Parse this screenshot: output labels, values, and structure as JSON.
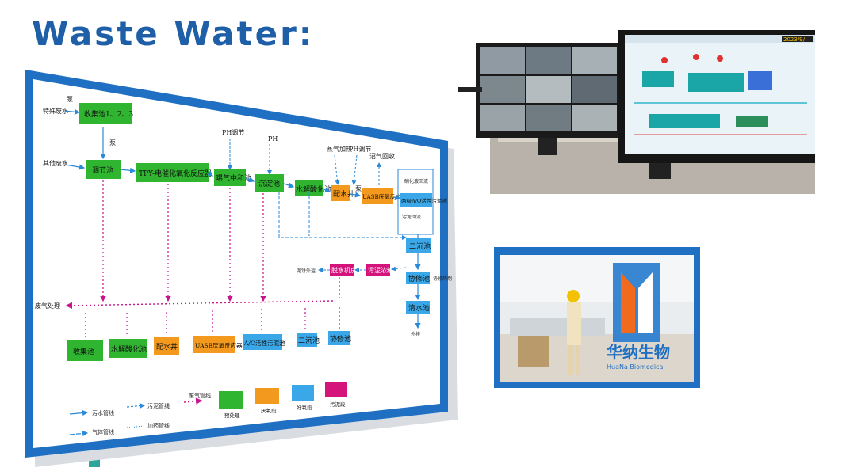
{
  "page": {
    "title": "Waste Water:"
  },
  "diagram": {
    "left_labels": {
      "special": "特殊废水",
      "other": "其他废水",
      "exhaust": "废气处理"
    },
    "pump_labels": {
      "pump1": "泵",
      "pump2": "泵",
      "pump3": "泵"
    },
    "top_labels": {
      "ph_adjust": "PH调节",
      "ph": "PH",
      "steam": "蒸气加热",
      "ph_adjust2": "PH调节",
      "biogas": "沼气回收"
    },
    "main_boxes": {
      "collect": "收集池1、2、3",
      "regulate": "调节池",
      "tpy": "TPY-电催化氧化反应器",
      "aeration": "曝气中和池",
      "settle": "沉淀池",
      "hydrolysis": "水解酸化池",
      "pre_pump": "配水井",
      "uasb": "UASB厌氧反应器",
      "ao": "两级A/O活性污泥池",
      "secondary": "二沉池",
      "sludge_well": "污泥浓缩池",
      "dewater": "脱水机房",
      "disinfect": "协修池",
      "clear": "清水池"
    },
    "side_labels": {
      "ao_top": "硝化液回流",
      "sludge_return": "污泥回流",
      "sludge_out": "泥饼外运",
      "reuse": "协修药剂",
      "out": "外排"
    },
    "bottom_boxes": {
      "b1": "收集池",
      "b2": "水解酸化池",
      "b3": "配水井",
      "b4": "UASB厌氧反应器",
      "b5": "A/O活性污泥池",
      "b6": "二沉池",
      "b7": "协修池"
    },
    "legend": {
      "sewage": "污水管线",
      "sludge": "污泥管线",
      "gas": "废气管线",
      "air": "气体管线",
      "dosing": "加药管线",
      "pre": "预处理",
      "anaerobic": "厌氧段",
      "aerobic": "好氧段",
      "sludge_sec": "污泥段"
    },
    "colors": {
      "green": "#2fb52f",
      "orange": "#f39a1e",
      "blue": "#3aa8e8",
      "magenta": "#d4147a",
      "frame": "#1f6fc2"
    }
  },
  "photo": {
    "logo_text": "华纳生物",
    "logo_sub": "HuaNa Biomedical"
  },
  "monitor": {
    "date": "2023/9/"
  }
}
